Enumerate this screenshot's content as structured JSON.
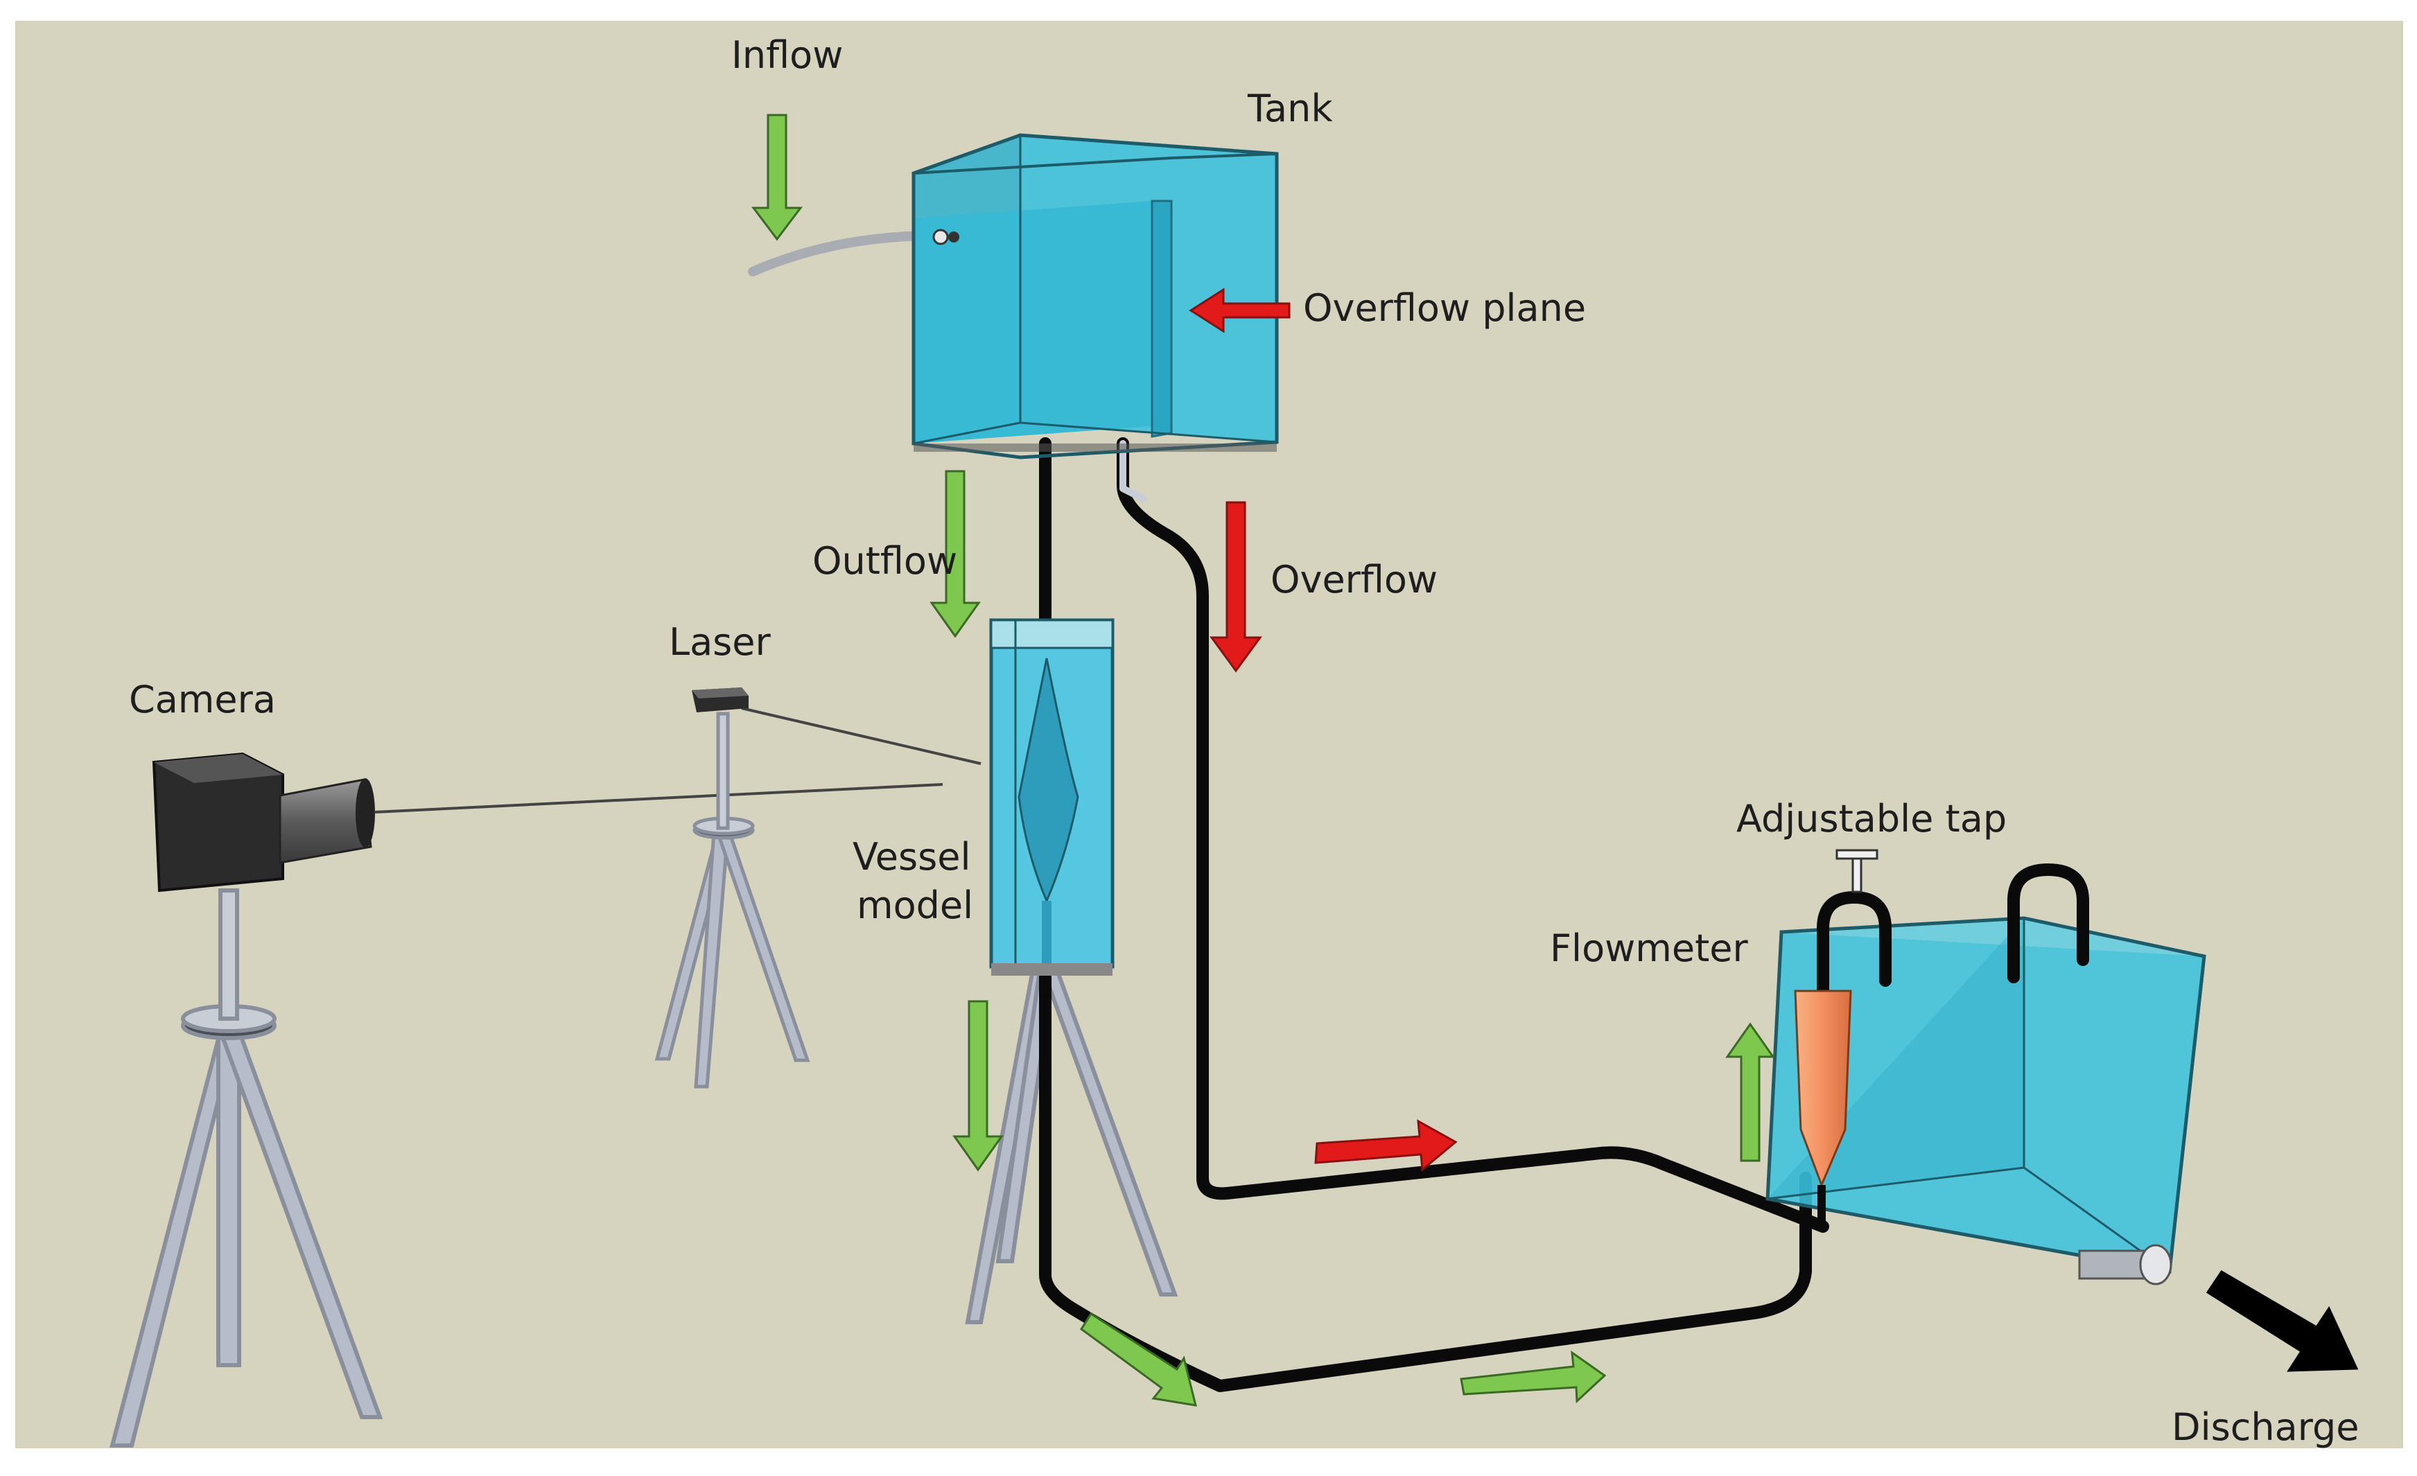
{
  "labels": {
    "inflow": "Inflow",
    "tank": "Tank",
    "overflow_plane": "Overflow plane",
    "outflow": "Outflow",
    "overflow": "Overflow",
    "laser": "Laser",
    "camera": "Camera",
    "vessel_line1": "Vessel",
    "vessel_line2": "model",
    "adjustable_tap": "Adjustable tap",
    "flowmeter": "Flowmeter",
    "discharge": "Discharge"
  },
  "colors": {
    "background": "#d6d3bf",
    "water": "#3ec1dc",
    "water_dark": "#1f8fa8",
    "pipe": "#0a0a0a",
    "green_arrow": "#7ec850",
    "red_arrow": "#e21a1a",
    "tripod": "#b7bccb",
    "flowmeter": "#f49a6a"
  }
}
